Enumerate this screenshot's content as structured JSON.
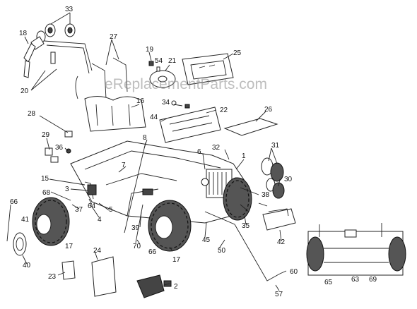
{
  "watermark": "eReplacementParts.com",
  "callouts": [
    {
      "id": "c33",
      "text": "33"
    },
    {
      "id": "c18",
      "text": "18"
    },
    {
      "id": "c27",
      "text": "27"
    },
    {
      "id": "c20",
      "text": "20"
    },
    {
      "id": "c19",
      "text": "19"
    },
    {
      "id": "c54",
      "text": "54"
    },
    {
      "id": "c21",
      "text": "21"
    },
    {
      "id": "c25",
      "text": "25"
    },
    {
      "id": "c16",
      "text": "16"
    },
    {
      "id": "c34",
      "text": "34"
    },
    {
      "id": "c22",
      "text": "22"
    },
    {
      "id": "c26",
      "text": "26"
    },
    {
      "id": "c44",
      "text": "44"
    },
    {
      "id": "c28",
      "text": "28"
    },
    {
      "id": "c29",
      "text": "29"
    },
    {
      "id": "c36",
      "text": "36"
    },
    {
      "id": "c8",
      "text": "8"
    },
    {
      "id": "c32",
      "text": "32"
    },
    {
      "id": "c1",
      "text": "1"
    },
    {
      "id": "c6",
      "text": "6"
    },
    {
      "id": "c31",
      "text": "31"
    },
    {
      "id": "c7",
      "text": "7"
    },
    {
      "id": "c15",
      "text": "15"
    },
    {
      "id": "c30",
      "text": "30"
    },
    {
      "id": "c3",
      "text": "3"
    },
    {
      "id": "c68",
      "text": "68"
    },
    {
      "id": "c38",
      "text": "38"
    },
    {
      "id": "c66a",
      "text": "66"
    },
    {
      "id": "c37",
      "text": "37"
    },
    {
      "id": "c64",
      "text": "64"
    },
    {
      "id": "c5",
      "text": "5"
    },
    {
      "id": "c41",
      "text": "41"
    },
    {
      "id": "c4",
      "text": "4"
    },
    {
      "id": "c39",
      "text": "39"
    },
    {
      "id": "c35",
      "text": "35"
    },
    {
      "id": "c17a",
      "text": "17"
    },
    {
      "id": "c70",
      "text": "70"
    },
    {
      "id": "c66b",
      "text": "66"
    },
    {
      "id": "c45",
      "text": "45"
    },
    {
      "id": "c42",
      "text": "42"
    },
    {
      "id": "c17b",
      "text": "17"
    },
    {
      "id": "c50",
      "text": "50"
    },
    {
      "id": "c40",
      "text": "40"
    },
    {
      "id": "c24",
      "text": "24"
    },
    {
      "id": "c60",
      "text": "60"
    },
    {
      "id": "c23",
      "text": "23"
    },
    {
      "id": "c65",
      "text": "65"
    },
    {
      "id": "c63",
      "text": "63"
    },
    {
      "id": "c69",
      "text": "69"
    },
    {
      "id": "c2",
      "text": "2"
    },
    {
      "id": "c57",
      "text": "57"
    }
  ]
}
